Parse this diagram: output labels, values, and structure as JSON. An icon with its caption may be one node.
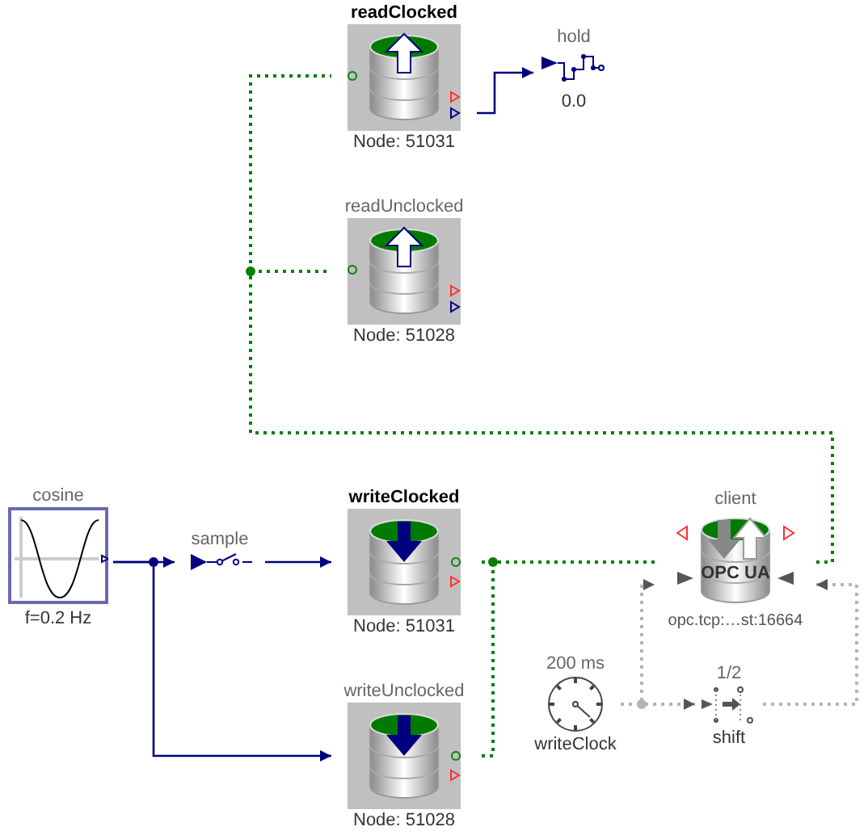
{
  "diagram": {
    "nodes": [
      {
        "text": [
          "readClocked",
          "Node: 51031"
        ]
      },
      {
        "text": [
          "readUnclocked",
          "Node: 51028"
        ]
      },
      {
        "text": [
          "hold",
          "0.0"
        ]
      },
      {
        "text": [
          "cosine",
          "f=0.2 Hz"
        ]
      },
      {
        "text": [
          "sample"
        ]
      },
      {
        "text": [
          "writeClocked",
          "Node: 51031"
        ]
      },
      {
        "text": [
          "writeUnclocked",
          "Node: 51028"
        ]
      },
      {
        "text": [
          "client",
          "OPC UA",
          "opc.tcp:…st:16664"
        ]
      },
      {
        "text": [
          "200 ms",
          "writeClock"
        ]
      },
      {
        "text": [
          "1/2",
          "shift"
        ]
      }
    ],
    "edges": [
      {
        "from": 0,
        "to": 2,
        "arrow": "to"
      },
      {
        "from": 3,
        "to": 4,
        "arrow": "to"
      },
      {
        "from": 4,
        "to": 5,
        "arrow": "to"
      },
      {
        "from": 3,
        "to": 6,
        "arrow": "to"
      },
      {
        "from": 7,
        "to": 0,
        "arrow": "none",
        "style": "dashed",
        "color": "#008000"
      },
      {
        "from": 7,
        "to": 1,
        "arrow": "none",
        "style": "dashed",
        "color": "#008000"
      },
      {
        "from": 7,
        "to": 5,
        "arrow": "none",
        "style": "dashed",
        "color": "#008000"
      },
      {
        "from": 7,
        "to": 6,
        "arrow": "none",
        "style": "dashed",
        "color": "#008000"
      },
      {
        "from": 8,
        "to": 9,
        "arrow": "to",
        "style": "dashed",
        "color": "#b4b4b4"
      },
      {
        "from": 9,
        "to": 7,
        "arrow": "to",
        "style": "dashed",
        "color": "#b4b4b4"
      },
      {
        "from": 8,
        "to": 7,
        "arrow": "to",
        "style": "dashed",
        "color": "#b4b4b4"
      }
    ]
  }
}
